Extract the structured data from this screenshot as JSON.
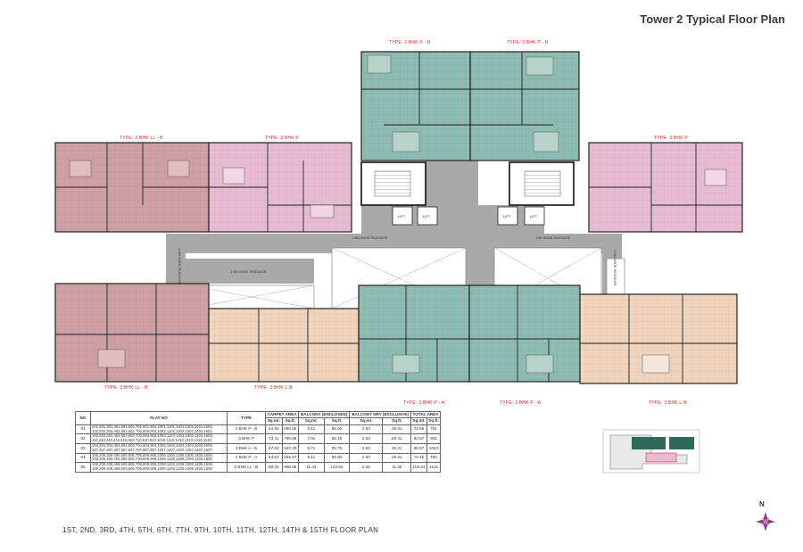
{
  "title": "Tower 2 Typical Floor Plan",
  "unit_labels": {
    "top_left": "TYPE- 2 BHK P - B",
    "top_right": "TYPE- 2 BHK P - B",
    "upper_left_outer": "TYPE- 3 BHK LL - B",
    "upper_left_inner": "TYPE- 3 BHK P",
    "upper_right": "TYPE- 3 BHK P",
    "lower_left_outer": "TYPE- 3 BHK LL - B",
    "lower_left_inner": "TYPE- 3 BHK L-B",
    "lower_center_left": "TYPE- 2 BHK P - A",
    "lower_center_right": "TYPE- 2 BHK P - A",
    "lower_right": "TYPE- 3 BHK L-B"
  },
  "passages": {
    "center_left": "1.8M WIDE PASSAGE",
    "center_right": "1.80 WIDE PASSAGE",
    "left": "1.8M WIDE PASSAGE",
    "left_vertical": "1.8M WIDE PASSAGE",
    "right_vertical": "1.8M WIDE PASSAGE"
  },
  "lift_label": "LIFT",
  "area_table": {
    "headers": {
      "no": "NO",
      "flat_no": "FLAT NO",
      "type": "TYPE",
      "carpet": "CARPET AREA",
      "balcony": "BALCONY (ENCLOSED)",
      "balcony_dry": "BALCONY DRY (EXCLUSIVE)",
      "total": "TOTAL AREA"
    },
    "sub_units": {
      "sqmt": "Sq.mt.",
      "sqft": "Sq.ft."
    },
    "rows": [
      {
        "no": "01",
        "flats": "101,201,301,401,501,601,701,801,901,1001,1101,1201,1301,1401,1501, 102,202,302,402,502,602,702,802,902,1002,1102,1202,1302,1402,1502",
        "type": "2 BHK P - B",
        "carpet_m": "64.85",
        "carpet_f": "698.05",
        "bal_m": "5.11",
        "bal_f": "55.00",
        "dry_m": "2.63",
        "dry_f": "28.31",
        "tot_m": "72.59",
        "tot_f": "781"
      },
      {
        "no": "02",
        "flats": "103,203,303,403,503,603,703,803,903,1003,1103,1203,1303,1403,1503, 110,210,310,410,510,610,710,810,910,1010,1110,1210,1310,1410,1510",
        "type": "3 BHK P",
        "carpet_m": "73.11",
        "carpet_f": "786.96",
        "bal_m": "7.91",
        "bal_f": "85.15",
        "dry_m": "2.63",
        "dry_f": "28.31",
        "tot_m": "83.67",
        "tot_f": "901"
      },
      {
        "no": "03",
        "flats": "104,204,304,404,504,604,704,804,904,1004,1104,1204,1304,1404,1504, 107,207,307,407,507,607,707,807,907,1007,1107,1207,1307,1407,1507",
        "type": "3 BHK L - B",
        "carpet_m": "87.53",
        "carpet_f": "942.19",
        "bal_m": "8.71",
        "bal_f": "93.75",
        "dry_m": "2.63",
        "dry_f": "28.31",
        "tot_m": "98.87",
        "tot_f": "1064"
      },
      {
        "no": "04",
        "flats": "105,205,305,405,505,605,705,805,905,1005,1105,1205,1305,1405,1505, 106,206,306,406,506,606,706,806,906,1006,1106,1206,1306,1406,1506",
        "type": "2 BHK P - A",
        "carpet_m": "64.62",
        "carpet_f": "695.57",
        "bal_m": "5.11",
        "bal_f": "55.00",
        "dry_m": "2.63",
        "dry_f": "28.31",
        "tot_m": "72.48",
        "tot_f": "780"
      },
      {
        "no": "05",
        "flats": "108,208,308,408,508,608,708,808,908,1008,1108,1208,1308,1408,1508, 109,209,309,409,509,609,709,809,909,1009,1109,1209,1309,1409,1509",
        "type": "3 BHK LL - B",
        "carpet_m": "89.34",
        "carpet_f": "960.65",
        "bal_m": "11.43",
        "bal_f": "122.93",
        "dry_m": "2.38",
        "dry_f": "11.35",
        "tot_m": "103.24",
        "tot_f": "1115"
      }
    ]
  },
  "footer": "1ST, 2ND, 3RD, 4TH, 5TH, 6TH, 7TH, 9TH, 10TH, 11TH, 12TH, 14TH & 15TH FLOOR PLAN",
  "north": "N",
  "colors": {
    "teal": "#8ebcb0",
    "teal_dark": "#6f9e92",
    "pink": "#e7bcd2",
    "mauve": "#cf9fa6",
    "peach": "#efd3bd",
    "corridor": "#a9a9a9",
    "wall": "#333333",
    "label_red": "#d22222",
    "compass": "#8a3d7a"
  }
}
